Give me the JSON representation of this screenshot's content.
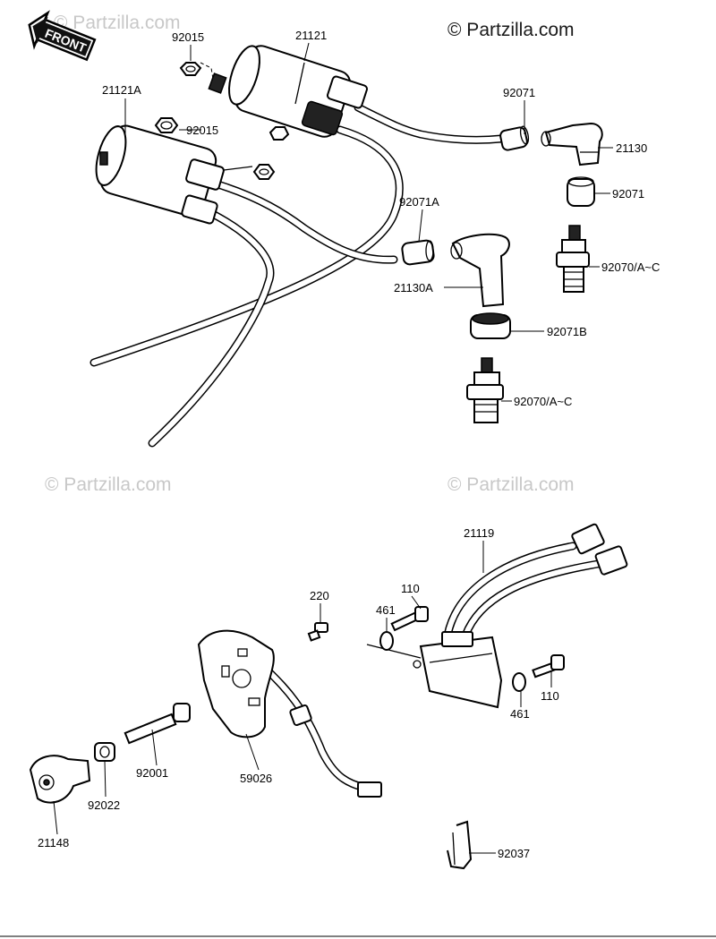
{
  "front_badge": {
    "text": "FRONT"
  },
  "watermarks": [
    "© Partzilla.com",
    "© Partzilla.com",
    "© Partzilla.com",
    "© Partzilla.com"
  ],
  "labels": {
    "p92015_top": "92015",
    "p21121": "21121",
    "p21121A": "21121A",
    "p92015_mid": "92015",
    "p92071_top": "92071",
    "p21130": "21130",
    "p92071_right": "92071",
    "p92071A": "92071A",
    "p92070_right": "92070/A~C",
    "p21130A": "21130A",
    "p92071B": "92071B",
    "p92070_bottom": "92070/A~C",
    "p21119": "21119",
    "p220": "220",
    "p110_left": "110",
    "p461_left": "461",
    "p110_right": "110",
    "p461_right": "461",
    "p92001": "92001",
    "p59026": "59026",
    "p92022": "92022",
    "p21148": "21148",
    "p92037": "92037"
  }
}
